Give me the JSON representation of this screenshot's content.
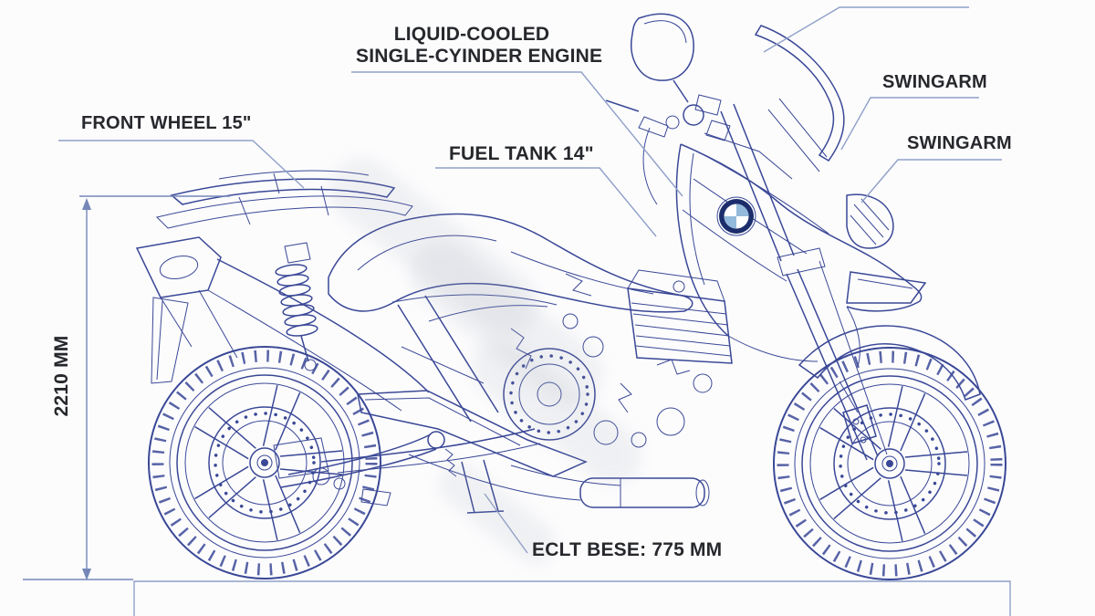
{
  "labels": {
    "engine_line1": "LIQUID-COOLED",
    "engine_line2": "SINGLE-CYINDER ENGINE",
    "front_wheel": "FRONT WHEEL 15\"",
    "fuel_tank": "FUEL TANK 14\"",
    "swingarm_upper": "SWINGARM",
    "swingarm_lower": "SWINGARM",
    "overall_height": "2210 MM",
    "bottom_dimension": "ECLT BESE: 775 MM"
  },
  "colors": {
    "line": "#3a4896",
    "leader": "#8fa0c8",
    "text": "#26282c",
    "background": "#fcfcfd",
    "roundel_ring": "#1c2d6b",
    "roundel_fill": "#93bada",
    "dim": "#7487b8"
  }
}
